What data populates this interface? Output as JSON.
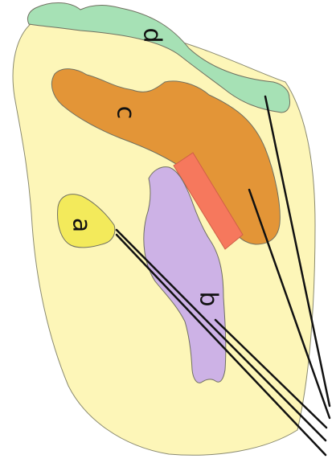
{
  "diagram": {
    "regions": {
      "a": {
        "label": "a",
        "color": "#f3ea5b"
      },
      "b": {
        "label": "b",
        "color": "#cdb2e6"
      },
      "c": {
        "label": "c",
        "color": "#e39537"
      },
      "d": {
        "label": "d",
        "color": "#a6e1b5"
      }
    },
    "colors": {
      "outline": "#fdf6b8",
      "band": "#f6785d",
      "stroke": "#707060",
      "leader": "#111111"
    }
  }
}
